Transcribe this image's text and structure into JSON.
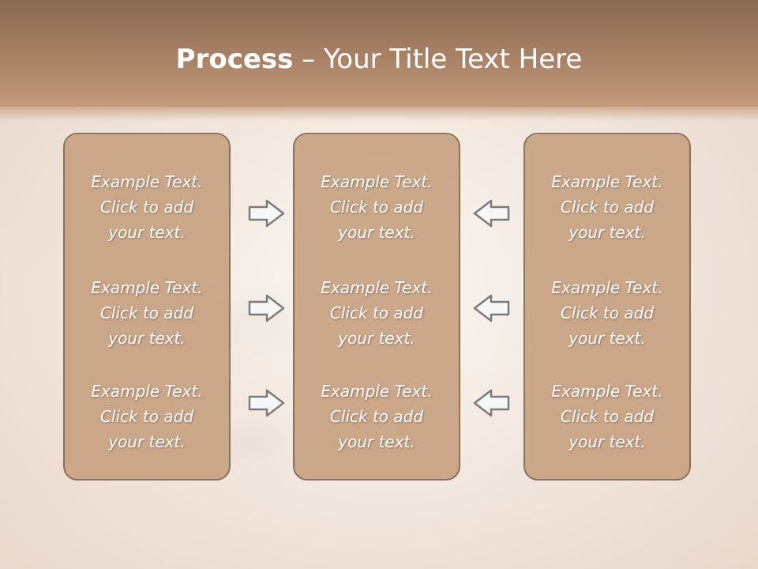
{
  "slide": {
    "title": {
      "strong": "Process",
      "dash": " – ",
      "rest": "Your Title Text Here"
    },
    "columns": [
      {
        "name": "left",
        "items": [
          {
            "line1": "Example Text.",
            "line2": "Click  to add",
            "line3": "your text."
          },
          {
            "line1": "Example Text.",
            "line2": "Click  to add",
            "line3": "your text."
          },
          {
            "line1": "Example Text.",
            "line2": "Click  to add",
            "line3": "your text."
          }
        ]
      },
      {
        "name": "center",
        "items": [
          {
            "line1": "Example Text.",
            "line2": "Click  to add",
            "line3": "your text."
          },
          {
            "line1": "Example Text.",
            "line2": "Click  to add",
            "line3": "your text."
          },
          {
            "line1": "Example Text.",
            "line2": "Click  to add",
            "line3": "your text."
          }
        ]
      },
      {
        "name": "right",
        "items": [
          {
            "line1": "Example Text.",
            "line2": "Click  to add",
            "line3": "your text."
          },
          {
            "line1": "Example Text.",
            "line2": "Click  to add",
            "line3": "your text."
          },
          {
            "line1": "Example Text.",
            "line2": "Click  to add",
            "line3": "your text."
          }
        ]
      }
    ],
    "icons": {
      "right_arrows": "arrow-right-icon",
      "left_arrows": "arrow-left-icon"
    },
    "colors": {
      "title_band": "#9f7a60",
      "panel_fill": "#c7a080",
      "panel_border": "#8b6f5b",
      "arrow_fill": "#f7f7f7",
      "arrow_stroke": "#7b7b7b",
      "text": "#ffffff"
    }
  }
}
